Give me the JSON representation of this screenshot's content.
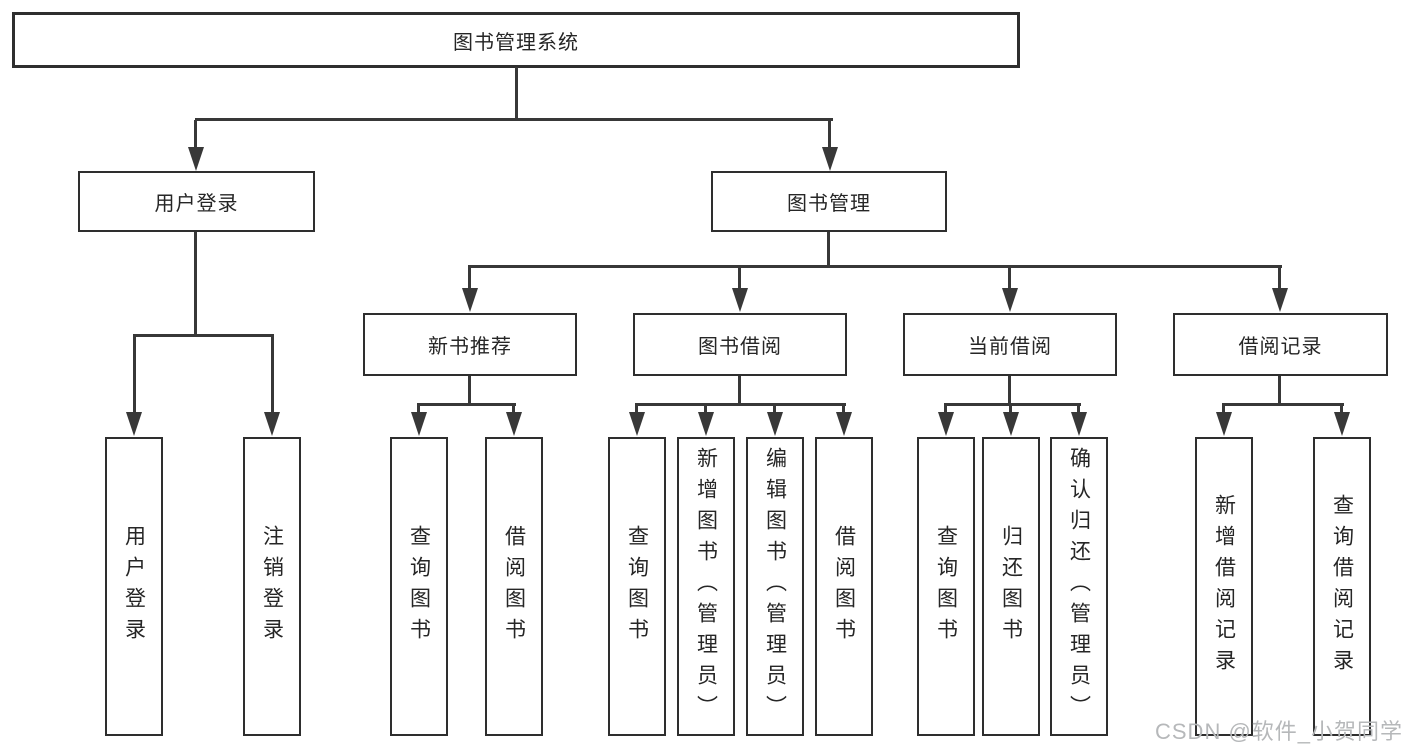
{
  "diagram": {
    "root": {
      "label": "图书管理系统"
    },
    "branches": [
      {
        "label": "用户登录",
        "children": [
          {
            "label": "用户登录"
          },
          {
            "label": "注销登录"
          }
        ]
      },
      {
        "label": "图书管理",
        "children": [
          {
            "label": "新书推荐",
            "children": [
              {
                "label": "查询图书"
              },
              {
                "label": "借阅图书"
              }
            ]
          },
          {
            "label": "图书借阅",
            "children": [
              {
                "label": "查询图书"
              },
              {
                "label": "新增图书（管理员）"
              },
              {
                "label": "编辑图书（管理员）"
              },
              {
                "label": "借阅图书"
              }
            ]
          },
          {
            "label": "当前借阅",
            "children": [
              {
                "label": "查询图书"
              },
              {
                "label": "归还图书"
              },
              {
                "label": "确认归还（管理员）"
              }
            ]
          },
          {
            "label": "借阅记录",
            "children": [
              {
                "label": "新增借阅记录"
              },
              {
                "label": "查询借阅记录"
              }
            ]
          }
        ]
      }
    ]
  },
  "watermark": {
    "text": "CSDN @软件_小贺同学"
  },
  "colors": {
    "line": "#383838",
    "box_border": "#2e2e2e",
    "text": "#262626",
    "watermark": "#b6b8ba",
    "background": "#ffffff"
  }
}
